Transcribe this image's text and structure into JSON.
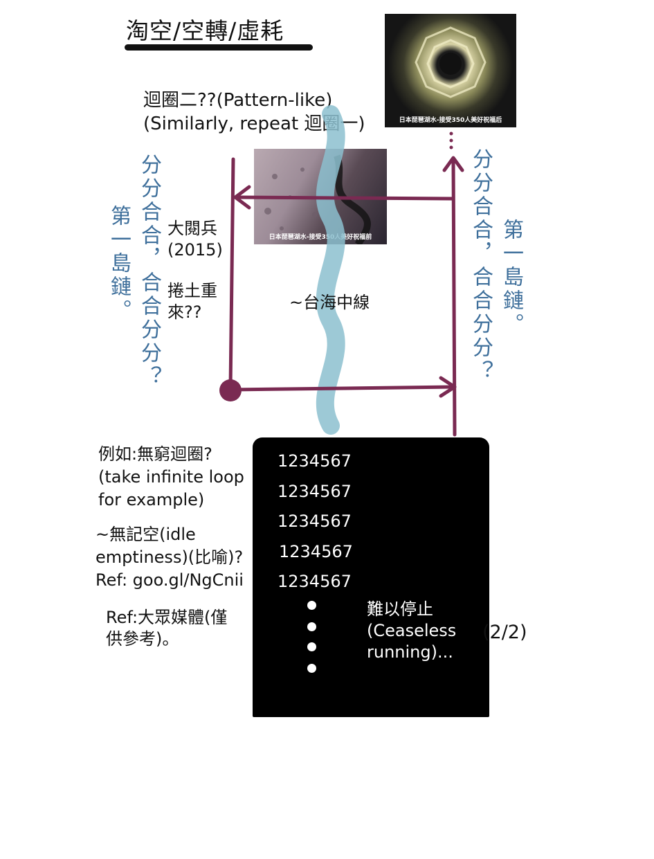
{
  "title": "淘空/空轉/虛耗",
  "loop_two": {
    "line1": "迴圈二??(Pattern-like)",
    "line2": "(Similarly, repeat 迴圈一)"
  },
  "photo_top": {
    "caption": "日本琵琶湖水-接受350人美好祝福后"
  },
  "photo_mid": {
    "caption": "日本琵琶湖水-接受350人美好祝福前"
  },
  "left_vertical": {
    "inner": "分分合合，合合分分？",
    "outer": "第一島鏈。"
  },
  "right_vertical": {
    "inner": "分分合合，合合分分？",
    "outer": "第一島鏈。"
  },
  "parade": {
    "line1": "大閱兵",
    "line2": "(2015)"
  },
  "comeback": {
    "line1": "捲土重",
    "line2": "來??"
  },
  "median_line": "~台海中線",
  "example": {
    "line1": "例如:無窮迴圈?",
    "line2": "(take infinite loop",
    "line3": "for example)"
  },
  "idle": {
    "line1": "~無記空(idle",
    "line2": "emptiness)(比喻)?",
    "line3": "Ref: goo.gl/NgCnii"
  },
  "ref_media": {
    "line1": "Ref:大眾媒體(僅",
    "line2": "供參考)。"
  },
  "loop_numbers": [
    "1234567",
    "1234567",
    "1234567",
    "1234567",
    "1234567"
  ],
  "ceaseless": {
    "line1": "難以停止",
    "line2": "(Ceaseless",
    "line3": "running)..."
  },
  "page_indicator": "(2/2)",
  "colors": {
    "arrow": "#7a2a52",
    "wavy_line": "#8cbfcf",
    "vertical_text": "#3e6f9b"
  }
}
